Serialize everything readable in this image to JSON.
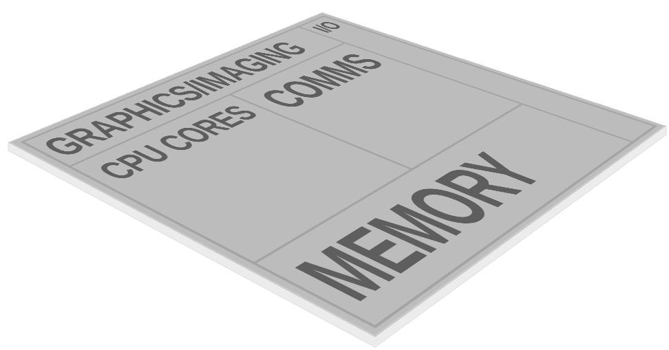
{
  "diagram": {
    "nodes": [
      {
        "text": [
          "I/O"
        ]
      },
      {
        "text": [
          "GRAPHICS/IMAGING"
        ]
      },
      {
        "text": [
          "COMMS"
        ]
      },
      {
        "text": [
          "CPU CORES"
        ]
      },
      {
        "text": [
          "MEMORY"
        ]
      }
    ]
  }
}
